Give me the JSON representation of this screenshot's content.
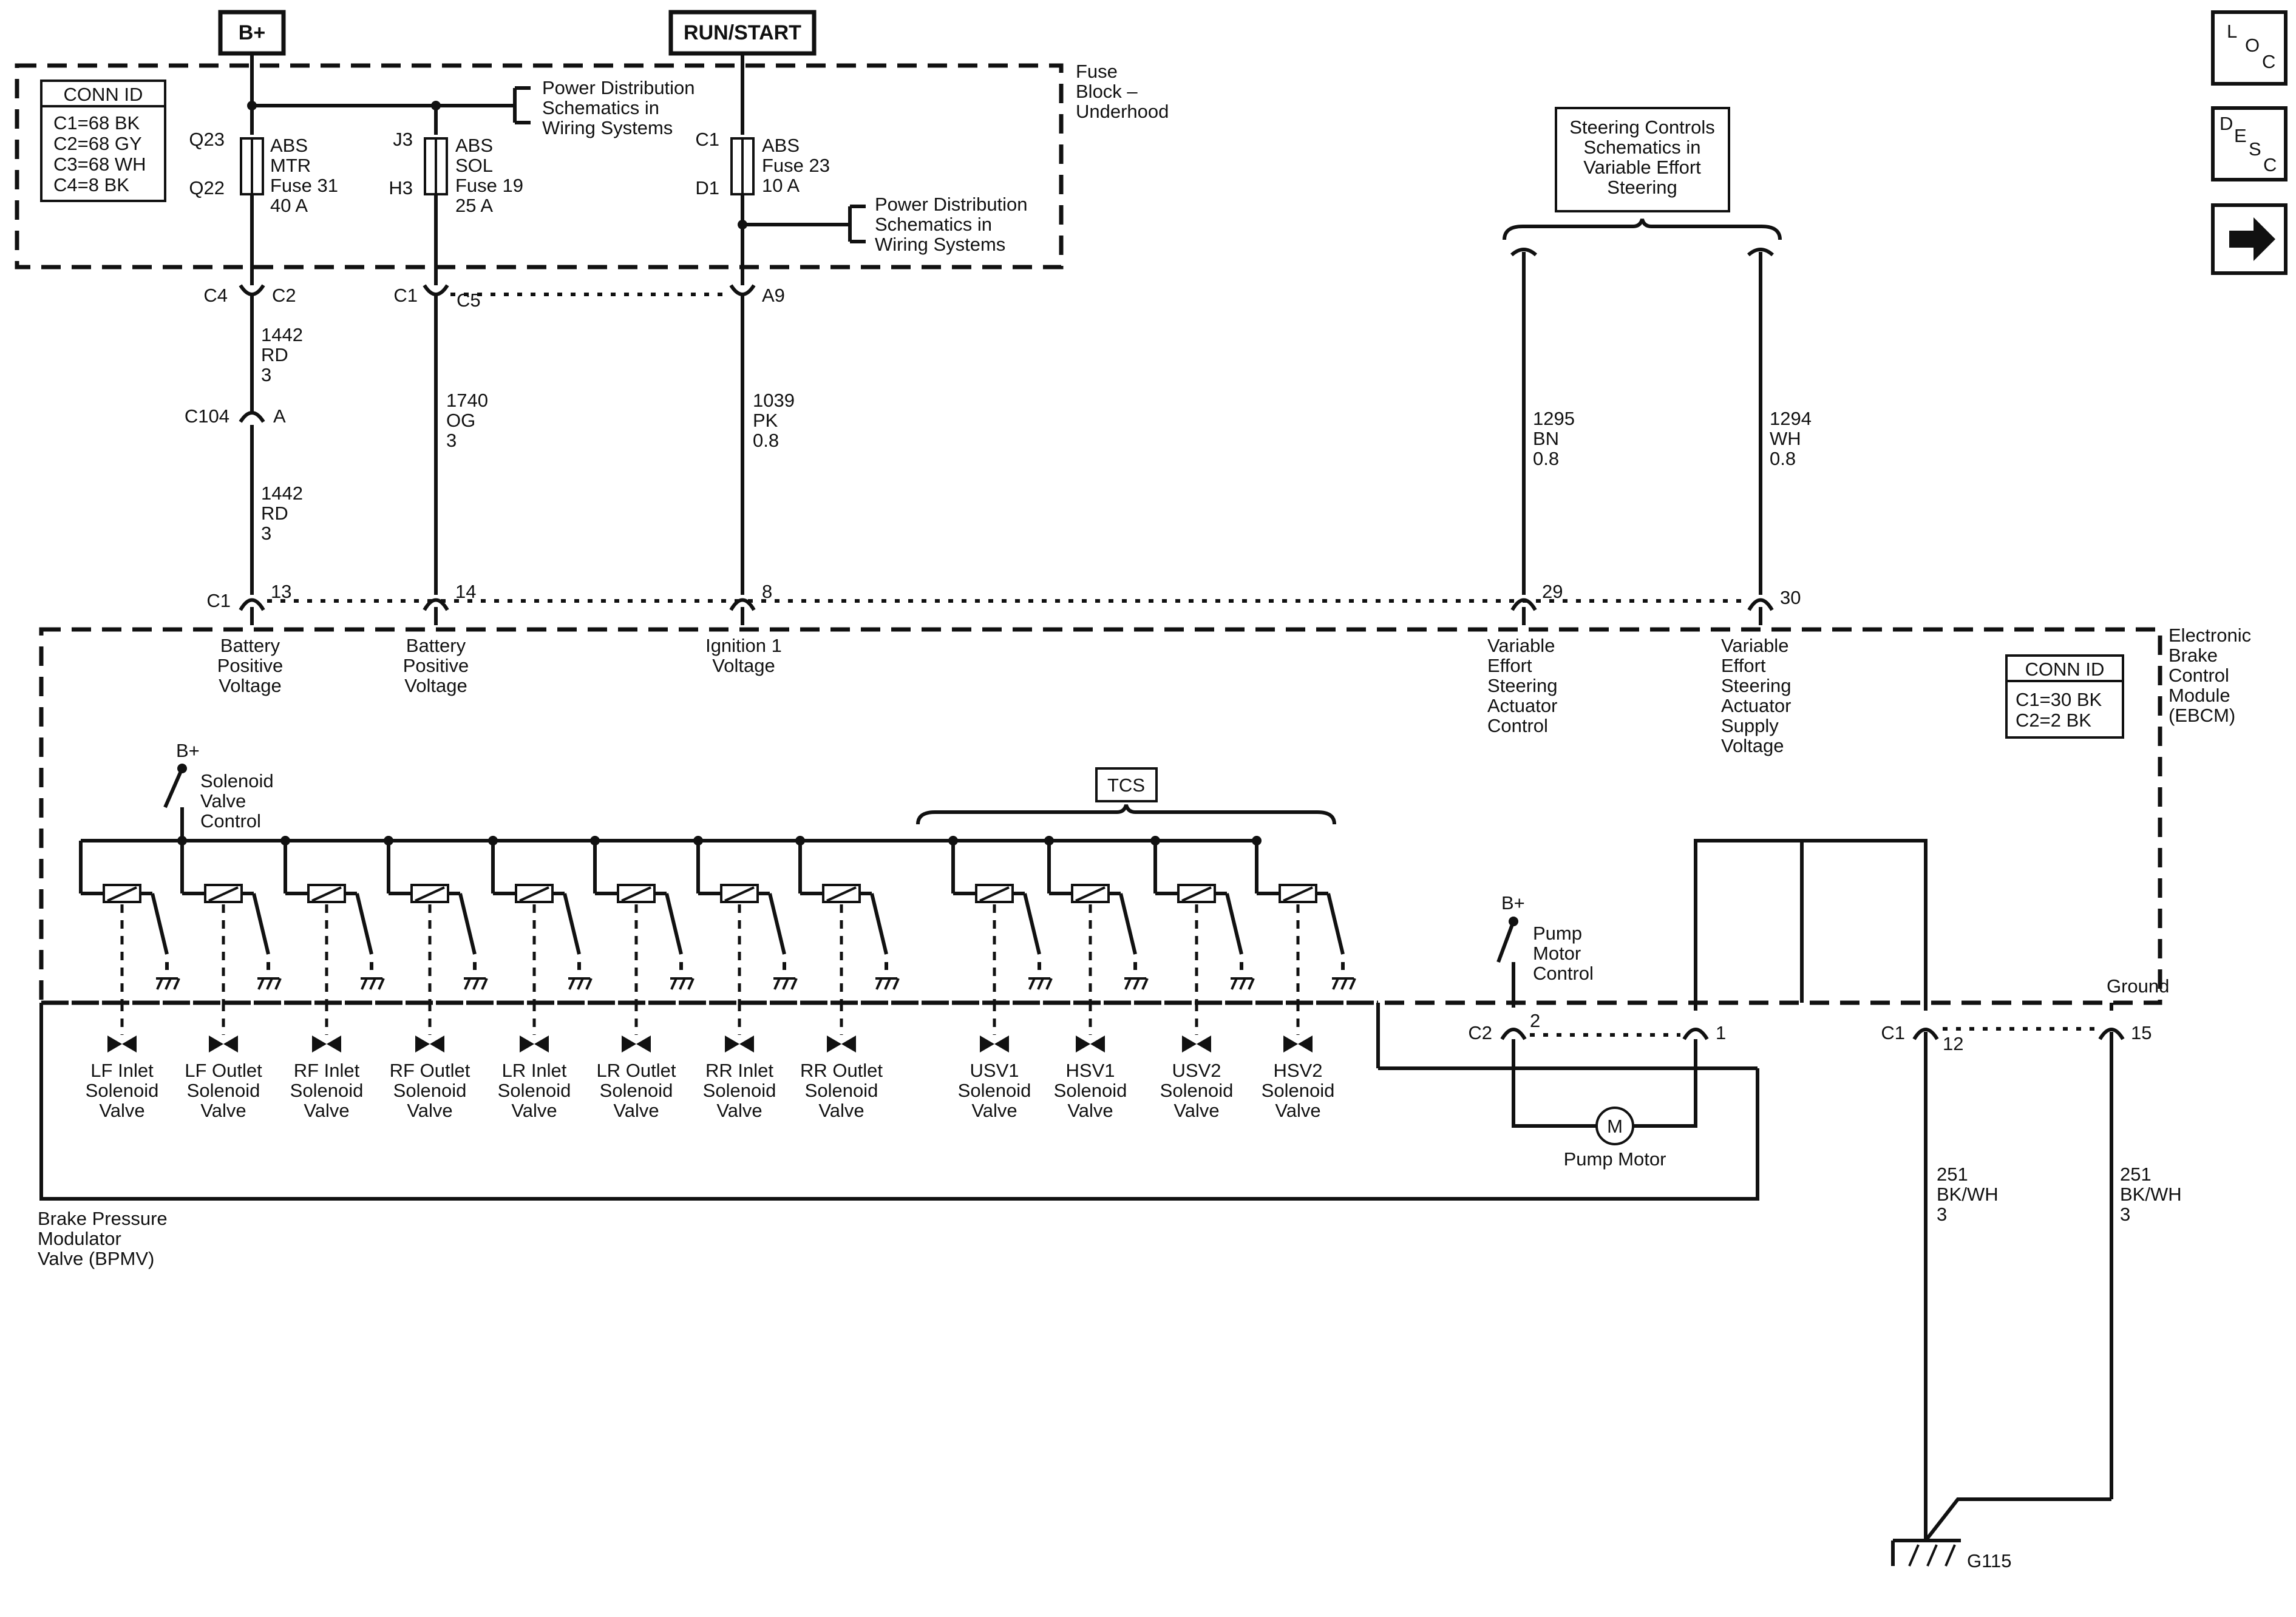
{
  "power": {
    "bplus": "B+",
    "run_start": "RUN/START"
  },
  "nav": {
    "loc": [
      "L",
      "O",
      "C"
    ],
    "desc": [
      "D",
      "E",
      "S",
      "C"
    ],
    "next": "→"
  },
  "fuse_block": {
    "name": [
      "Fuse",
      "Block –",
      "Underhood"
    ],
    "conn_id": {
      "title": "CONN ID",
      "lines": [
        "C1=68 BK",
        "C2=68 GY",
        "C3=68 WH",
        "C4=8 BK"
      ]
    },
    "fuses": [
      {
        "pin_top": "Q23",
        "pin_bottom": "Q22",
        "lines": [
          "ABS",
          "MTR",
          "Fuse 31",
          "40 A"
        ]
      },
      {
        "pin_top": "J3",
        "pin_bottom": "H3",
        "lines": [
          "ABS",
          "SOL",
          "Fuse 19",
          "25 A"
        ]
      },
      {
        "pin_top": "C1",
        "pin_bottom": "D1",
        "lines": [
          "ABS",
          "Fuse 23",
          "10 A"
        ]
      }
    ],
    "refs": [
      [
        "Power Distribution",
        "Schematics in",
        "Wiring  Systems"
      ],
      [
        "Power Distribution",
        "Schematics in",
        "Wiring  Systems"
      ]
    ]
  },
  "steering_ref": [
    "Steering Controls",
    "Schematics in",
    "Variable Effort",
    "Steering"
  ],
  "connectors": {
    "fb_out": [
      {
        "left": "C4",
        "right": "C2"
      },
      {
        "left": "C1",
        "right": "C5"
      },
      {
        "left": "",
        "right": "A9"
      }
    ],
    "c104": {
      "left": "C104",
      "right": "A"
    },
    "ebcm_top": [
      {
        "conn": "C1",
        "pin": "13"
      },
      {
        "conn": "",
        "pin": "14"
      },
      {
        "conn": "",
        "pin": "8"
      },
      {
        "conn": "",
        "pin": "29"
      },
      {
        "conn": "",
        "pin": "30"
      }
    ],
    "pump": [
      {
        "conn": "C2",
        "pin": "2"
      },
      {
        "conn": "",
        "pin": "1"
      }
    ],
    "ground": [
      {
        "conn": "C1",
        "pin": "12"
      },
      {
        "conn": "",
        "pin": "15"
      }
    ]
  },
  "wires": [
    {
      "circuit": "1442",
      "color": "RD",
      "gauge": "3"
    },
    {
      "circuit": "1442",
      "color": "RD",
      "gauge": "3"
    },
    {
      "circuit": "1740",
      "color": "OG",
      "gauge": "3"
    },
    {
      "circuit": "1039",
      "color": "PK",
      "gauge": "0.8"
    },
    {
      "circuit": "1295",
      "color": "BN",
      "gauge": "0.8"
    },
    {
      "circuit": "1294",
      "color": "WH",
      "gauge": "0.8"
    },
    {
      "circuit": "251",
      "color": "BK/WH",
      "gauge": "3"
    },
    {
      "circuit": "251",
      "color": "BK/WH",
      "gauge": "3"
    }
  ],
  "ebcm": {
    "name": [
      "Electronic",
      "Brake",
      "Control",
      "Module",
      "(EBCM)"
    ],
    "conn_id": {
      "title": "CONN ID",
      "lines": [
        "C1=30 BK",
        "C2=2 BK"
      ]
    },
    "pin_labels": [
      [
        "Battery",
        "Positive",
        "Voltage"
      ],
      [
        "Battery",
        "Positive",
        "Voltage"
      ],
      [
        "Ignition 1",
        "Voltage"
      ],
      [
        "Variable",
        "Effort",
        "Steering",
        "Actuator",
        "Control"
      ],
      [
        "Variable",
        "Effort",
        "Steering",
        "Actuator",
        "Supply",
        "Voltage"
      ]
    ],
    "solenoid_control": {
      "bplus": "B+",
      "label": [
        "Solenoid",
        "Valve",
        "Control"
      ]
    },
    "pump_control": {
      "bplus": "B+",
      "label": [
        "Pump",
        "Motor",
        "Control"
      ]
    },
    "tcs_label": "TCS",
    "ground_label": "Ground"
  },
  "bpmv": {
    "name": [
      "Brake Pressure",
      "Modulator",
      "Valve (BPMV)"
    ],
    "valves": [
      [
        "LF Inlet",
        "Solenoid",
        "Valve"
      ],
      [
        "LF Outlet",
        "Solenoid",
        "Valve"
      ],
      [
        "RF Inlet",
        "Solenoid",
        "Valve"
      ],
      [
        "RF Outlet",
        "Solenoid",
        "Valve"
      ],
      [
        "LR Inlet",
        "Solenoid",
        "Valve"
      ],
      [
        "LR Outlet",
        "Solenoid",
        "Valve"
      ],
      [
        "RR Inlet",
        "Solenoid",
        "Valve"
      ],
      [
        "RR Outlet",
        "Solenoid",
        "Valve"
      ],
      [
        "USV1",
        "Solenoid",
        "Valve"
      ],
      [
        "HSV1",
        "Solenoid",
        "Valve"
      ],
      [
        "USV2",
        "Solenoid",
        "Valve"
      ],
      [
        "HSV2",
        "Solenoid",
        "Valve"
      ]
    ],
    "pump_motor": {
      "symbol": "M",
      "label": "Pump Motor"
    }
  },
  "ground": {
    "id": "G115"
  }
}
